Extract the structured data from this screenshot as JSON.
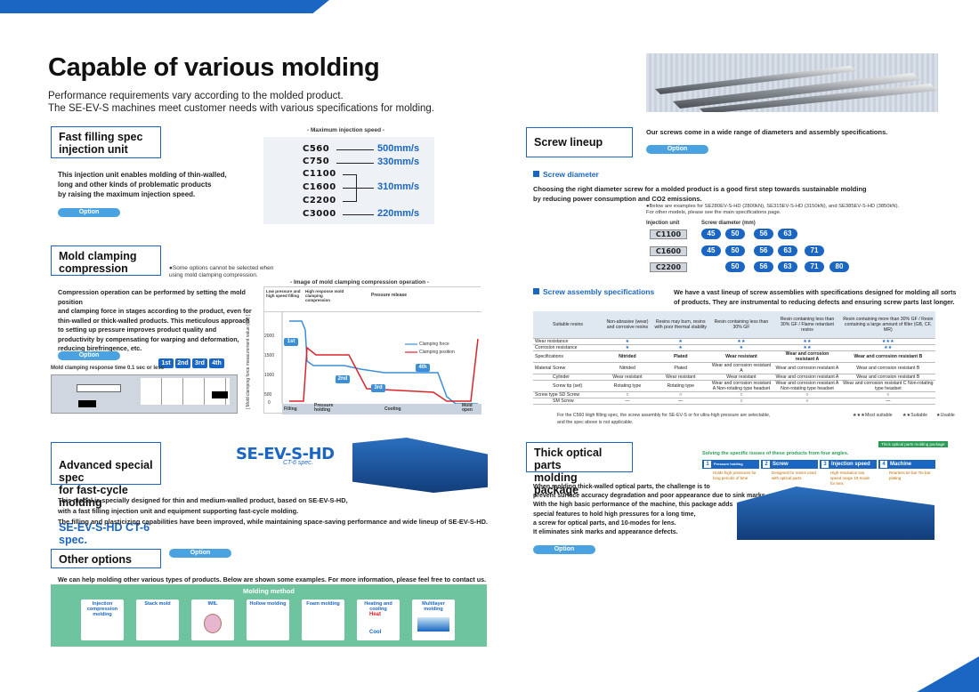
{
  "title": "Capable of various molding",
  "intro": {
    "line1": "Performance requirements vary according to the molded product.",
    "line2": "The SE-EV-S machines meet customer needs with various specifications for molding."
  },
  "fast_filling": {
    "heading": "Fast filling spec\ninjection unit",
    "speed_caption": "- Maximum injection speed -",
    "models": [
      "C560",
      "C750",
      "C1100",
      "C1600",
      "C2200",
      "C3000"
    ],
    "speeds": [
      "500mm/s",
      "330mm/s",
      "310mm/s",
      "220mm/s"
    ],
    "body": "This injection unit enables molding of thin-walled,\nlong and other kinds of problematic products\nby raising the maximum injection speed.",
    "option": "Option"
  },
  "mold_clamping": {
    "heading": "Mold clamping\ncompression",
    "note": "●Some options cannot be selected when\n  using mold clamping compression.",
    "chart_caption": "- Image of mold clamping compression operation -",
    "body": "Compression operation can be performed by setting the mold position\nand clamping force in stages according to the product, even for\nthin-walled or thick-walled products. This meticulous approach\nto setting up pressure improves product quality and\nproductivity by compensating for warping and deformation,\nreducing birefringence, etc.",
    "option": "Option",
    "response": "Mold clamping response time 0.1 sec or less",
    "stages": [
      "1st",
      "2nd",
      "3rd",
      "4th"
    ],
    "ylabel": "[ Mold clamping force measurement value (kN) ]",
    "yticks": [
      "2000",
      "1500",
      "1000",
      "500",
      "0"
    ],
    "phases": [
      "Filling",
      "Pressure holding",
      "Cooling",
      "Mold open"
    ],
    "legend": [
      "Clamping force",
      "Clamping position"
    ],
    "top_labels": [
      "Low pressure and high speed filling",
      "High response mold clamping compression",
      "Pressure release"
    ]
  },
  "screw_lineup": {
    "heading": "Screw lineup",
    "intro": "Our screws come in a wide range of diameters and assembly specifications.",
    "option": "Option",
    "diameter_head": "Screw diameter",
    "diameter_body": "Choosing the right diameter screw for a molded product is a good first step towards sustainable molding\nby reducing power consumption and CO2 emissions.",
    "diameter_note": "●Below are examples for SE280EV-S-HD (2800kN), SE315EV-S-HD (3150kN), and SE385EV-S-HD (3850kN).\n  For other models, please see the main specifications page.",
    "col1": "Injection unit",
    "col2": "Screw diameter (mm)",
    "rows": [
      {
        "unit": "C1100",
        "sizes": [
          "45",
          "50",
          "56",
          "63"
        ]
      },
      {
        "unit": "C1600",
        "sizes": [
          "45",
          "50",
          "56",
          "63",
          "71"
        ]
      },
      {
        "unit": "C2200",
        "sizes": [
          "50",
          "56",
          "63",
          "71",
          "80"
        ]
      }
    ],
    "assembly_head": "Screw assembly specifications",
    "assembly_body": "We have a vast lineup of screw assemblies with specifications designed for molding all sorts\nof products. They are instrumental to reducing defects and ensuring screw parts last longer.",
    "footnote1": "For the C560 High filling spec, the screw assembly for SE-EV-S or for ultra-high pressure are selectable,",
    "footnote2": "and the spec above is not applicable.",
    "legend": [
      "★★★Most suitable",
      "★★Suitable",
      "★Usable"
    ]
  },
  "table": {
    "headers": [
      "Suitable resins",
      "Non-abrasive (wear) and corrosive resins",
      "Resins may burn, resins with poor thermal stability",
      "Resin containing less than 30% GF",
      "Resin containing less than 30% GF / Flame retardant resins",
      "Resin containing more than 30% GF / Resin containing a large amount of filler (GB, CF, MR)"
    ],
    "rows": [
      [
        "Wear resistance",
        "★",
        "★",
        "★★",
        "★★",
        "★★★"
      ],
      [
        "Corrosion resistance",
        "★",
        "★",
        "★",
        "★★",
        "★★"
      ],
      [
        "Specifications",
        "Nitrided",
        "Plated",
        "Wear resistant",
        "Wear and corrosion resistant A",
        "Wear and corrosion resistant B"
      ],
      [
        "Material  Screw",
        "Nitrided",
        "Plated",
        "Wear and corrosion resistant A",
        "Wear and corrosion resistant A",
        "Wear and corrosion resistant B"
      ],
      [
        "Cylinder",
        "Wear resistant",
        "Wear resistant",
        "Wear resistant",
        "Wear and corrosion resistant A",
        "Wear and corrosion resistant B"
      ],
      [
        "Screw tip (set)",
        "Rotating type",
        "Rotating type",
        "Wear and corrosion resistant A Non-rotating type headset",
        "Wear and corrosion resistant A Non-rotating type headset",
        "Wear and corrosion resistant C Non-rotating type headset"
      ],
      [
        "Screw type  SD Screw",
        "○",
        "○",
        "○",
        "○",
        "○"
      ],
      [
        "SM Screw",
        "—",
        "—",
        "○",
        "○",
        "—"
      ]
    ]
  },
  "advanced": {
    "heading": "Advanced special spec\nfor fast-cycle molding",
    "sub": "SE-EV-S-HD CT-6 spec.",
    "logo": "SE-EV-S-HD",
    "logo_sub": "CT-6 spec.",
    "body1": "This model is specially designed for thin and medium-walled product, based on SE-EV-S-HD,",
    "body2": "with a fast filling injection unit and equipment supporting fast-cycle molding.",
    "body3": "The filling and plasticizing capabilities have been improved, while maintaining space-saving performance and wide lineup of SE-EV-S-HD."
  },
  "thick_optical": {
    "heading": "Thick optical parts\nmolding package",
    "badge": "Thick optical parts molding package",
    "solving": "Solving the specific issues of these products from four angles.",
    "features": [
      {
        "num": "1",
        "label": "Pressure holding performance",
        "desc": "Holds high pressures for long periods of time"
      },
      {
        "num": "2",
        "label": "Screw",
        "desc": "Designed for resins used with optical parts"
      },
      {
        "num": "3",
        "label": "Injection speed",
        "desc": "High-resolution low speed range 10-mode for lens"
      },
      {
        "num": "4",
        "label": "Machine environment",
        "desc": "Rearless tie bar Tie bar plating"
      }
    ],
    "body": "When molding thick-walled optical parts, the challenge is to\nprevent surface accuracy degradation and poor appearance due to sink marks.\nWith the high basic performance of the machine, this package adds\nspecial features to hold high pressures for a long time,\na screw for optical parts, and 10-modes for lens.\nIt eliminates sink marks and appearance defects.",
    "option": "Option"
  },
  "other": {
    "heading": "Other options",
    "option": "Option",
    "body": "We can help molding other various types of products. Below are shown some examples. For more information, please feel free to contact us.",
    "method_title": "Molding method",
    "methods": [
      "Injection compression molding",
      "Stack mold",
      "IMIL",
      "Hollow molding",
      "Foam molding",
      "Heating and cooling",
      "Multilayer molding"
    ],
    "heat": "Heat",
    "cool": "Cool"
  },
  "colors": {
    "accent": "#1a66c2",
    "red": "#d9252a",
    "green": "#6dc49f",
    "light_blue": "#4aa3e0"
  }
}
